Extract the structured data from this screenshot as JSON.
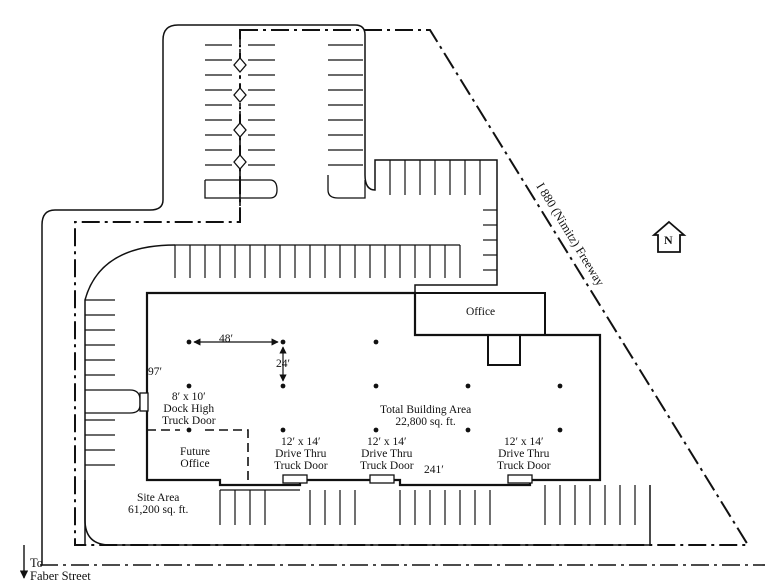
{
  "labels": {
    "office": "Office",
    "dim_48": "48′",
    "dim_24": "24′",
    "dim_97": "97′",
    "dock_door": [
      "8′ x 10′",
      "Dock High",
      "Truck Door"
    ],
    "future_office": [
      "Future",
      "Office"
    ],
    "building_area": [
      "Total Building Area",
      "22,800 sq. ft."
    ],
    "drive_door": [
      "12′ x 14′",
      "Drive Thru",
      "Truck Door"
    ],
    "dim_241": "241′",
    "site_area": [
      "Site Area",
      "61,200 sq. ft."
    ],
    "freeway": "I 880 (Nimitz) Freeway",
    "north": "N",
    "to_street": [
      "To",
      "Faber Street"
    ]
  },
  "colors": {
    "ink": "#111111",
    "paper": "#ffffff"
  }
}
